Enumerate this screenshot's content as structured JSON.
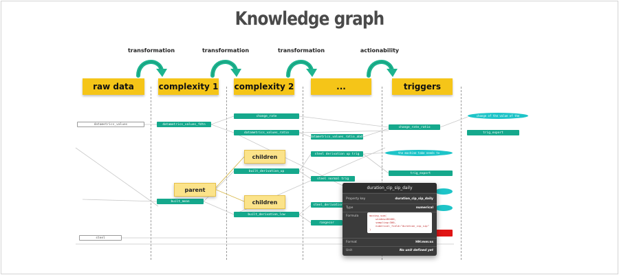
{
  "title": "Knowledge graph",
  "transitions": [
    {
      "label": "transformation"
    },
    {
      "label": "transformation"
    },
    {
      "label": "transformation"
    },
    {
      "label": "actionability"
    }
  ],
  "stages": [
    "raw data",
    "complexity 1",
    "complexity 2",
    "...",
    "triggers"
  ],
  "nodes": {
    "raw_1": "datametrics_values",
    "raw_2": "steel",
    "c1_1": "datametrics_values_fdtn",
    "c1_2": "built_mean",
    "c2_1": "change_rate",
    "c2_2": "datametrics_values_ratio",
    "c2_3": "built_derivation_up",
    "c2_4": "built_derivation_low",
    "c3_1": "datametrics_values_ratio_abdf",
    "c3_2": "steel derivation up trig",
    "c3_3": "steel normal trig",
    "c3_4": "steel_derivation",
    "c3_5": "rangecor",
    "t_1": "change_rate_ratio",
    "t_2": "trig_export",
    "e_1": "trig_export"
  },
  "ovals": {
    "o1": "change of the value of the",
    "o2": "the machine take needs to",
    "o3": "",
    "o4": ""
  },
  "tags": {
    "children_top": "children",
    "parent": "parent",
    "children_bottom": "children"
  },
  "popup": {
    "title": "duration_cip_sip_daily",
    "rows": [
      {
        "label": "Property key",
        "value": "duration_cip_sip_daily"
      },
      {
        "label": "Type",
        "value": "numerical"
      },
      {
        "label": "Formula",
        "value": ""
      },
      {
        "label": "Format",
        "value": "HH:mm:ss"
      },
      {
        "label": "Unit",
        "value": "No unit defined yet"
      }
    ],
    "formula": "moving_sum(\n    window=86400,\n    sampling=300,\n    numerical_field=\"duration_cip_sip\"\n)"
  },
  "colors": {
    "stage": "#f5c518",
    "node": "#15a88c",
    "oval": "#1ec4c8",
    "tag": "#fbe38a",
    "arrow": "#1db48f",
    "alert": "#e01515"
  }
}
